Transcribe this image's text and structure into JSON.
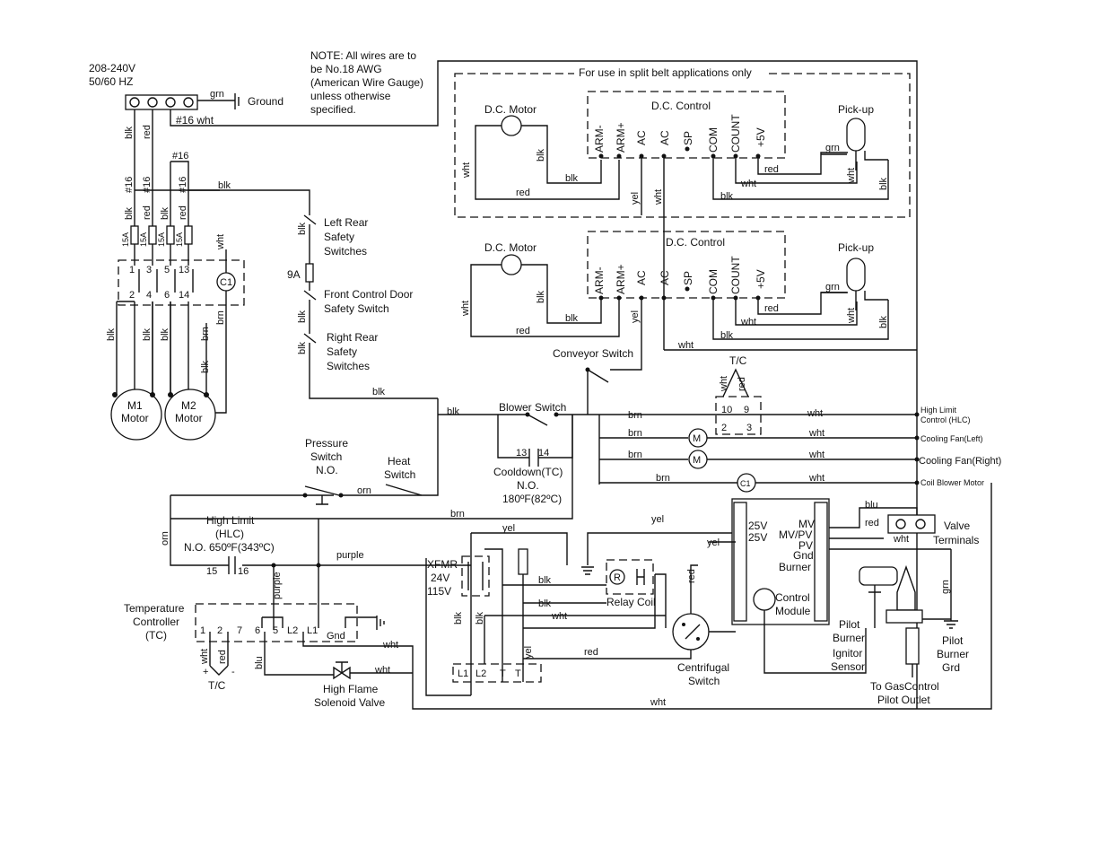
{
  "supply": {
    "voltage": "208-240V",
    "frequency": "50/60 HZ",
    "ground": "Ground",
    "grn": "grn",
    "wire16wht": "#16 wht"
  },
  "note": {
    "line1": "NOTE: All wires are to",
    "line2": "be No.18 AWG",
    "line3": "(American Wire Gauge)",
    "line4": "unless otherwise",
    "line5": "specified."
  },
  "split_belt": {
    "caption": "For use in split belt applications only"
  },
  "dc": {
    "motor": "D.C. Motor",
    "control": "D.C. Control",
    "pickup": "Pick-up",
    "terminals": [
      "ARM-",
      "ARM+",
      "AC",
      "AC",
      "SP",
      "COM",
      "COUNT",
      "+5V"
    ]
  },
  "colors": {
    "blk": "blk",
    "red": "red",
    "wht": "wht",
    "grn": "grn",
    "yel": "yel",
    "brn": "brn",
    "orn": "orn",
    "blu": "blu",
    "purple": "purple",
    "n16": "#16"
  },
  "fuses": {
    "f15": "15A",
    "f9": "9A"
  },
  "contactor": {
    "top": [
      "1",
      "3",
      "5",
      "13"
    ],
    "bottom": [
      "2",
      "4",
      "6",
      "14"
    ],
    "coil": "C1"
  },
  "motors": {
    "m1": "M1",
    "m2": "M2",
    "motor": "Motor",
    "m": "M"
  },
  "safety": {
    "left_rear_1": "Left Rear",
    "left_rear_2": "Safety",
    "left_rear_3": "Switches",
    "front_1": "Front Control Door",
    "front_2": "Safety Switch",
    "right_rear_1": "Right Rear",
    "right_rear_2": "Safety",
    "right_rear_3": "Switches"
  },
  "switches": {
    "conveyor": "Conveyor Switch",
    "blower": "Blower Switch",
    "pressure_1": "Pressure",
    "pressure_2": "Switch",
    "pressure_3": "N.O.",
    "heat_1": "Heat",
    "heat_2": "Switch",
    "cooldown_t1": "13",
    "cooldown_t2": "14",
    "cooldown_1": "Cooldown(TC)",
    "cooldown_2": "N.O.",
    "cooldown_3": "180ºF(82ºC)"
  },
  "tc": {
    "label": "T/C",
    "t10": "10",
    "t9": "9",
    "t2": "2",
    "t3": "3"
  },
  "loads": {
    "hlc_1": "High Limit",
    "hlc_2": "Control (HLC)",
    "fan_left": "Cooling Fan(Left)",
    "fan_right": "Cooling Fan(Right)",
    "coil_blower": "Coil Blower Motor"
  },
  "high_limit": {
    "l1": "High Limit",
    "l2": "(HLC)",
    "l3": "N.O. 650ºF(343ºC)",
    "t15": "15",
    "t16": "16"
  },
  "temp_controller": {
    "l1": "Temperature",
    "l2": "Controller",
    "l3": "(TC)",
    "terminals": [
      "1",
      "2",
      "7",
      "6",
      "5",
      "L2",
      "L1",
      "Gnd"
    ],
    "tc": "T/C",
    "plus": "+",
    "minus": "-"
  },
  "solenoid": {
    "l1": "High Flame",
    "l2": "Solenoid Valve"
  },
  "xfmr": {
    "l1": "XFMR",
    "l2": "24V",
    "l3": "115V"
  },
  "relay": {
    "label": "Relay Coil",
    "r": "R"
  },
  "terminal_block": {
    "t": [
      "L1",
      "L2",
      "T",
      "T"
    ]
  },
  "centrifugal": {
    "l1": "Centrifugal",
    "l2": "Switch"
  },
  "control_module": {
    "v1": "25V",
    "v2": "25V",
    "mv": "MV",
    "mvpv": "MV/PV",
    "pv": "PV",
    "gnd": "Gnd",
    "burner": "Burner",
    "l1": "Control",
    "l2": "Module"
  },
  "valve": {
    "l1": "Valve",
    "l2": "Terminals"
  },
  "pilot": {
    "ign_1": "Pilot",
    "ign_2": "Burner",
    "ign_3": "Ignitor",
    "ign_4": "Sensor",
    "grd_1": "Pilot",
    "grd_2": "Burner",
    "grd_3": "Grd",
    "outlet_1": "To GasControl",
    "outlet_2": "Pilot Outlet"
  }
}
